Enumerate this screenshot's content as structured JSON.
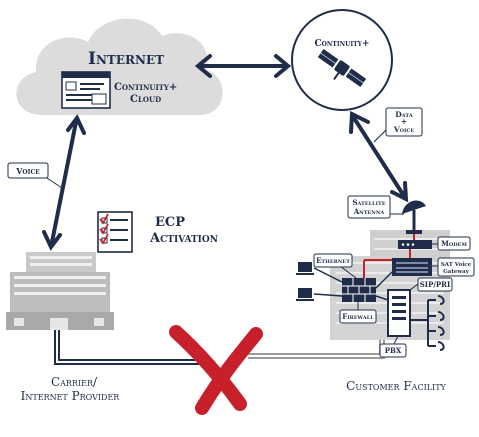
{
  "nodes": {
    "internet": {
      "title": "Internet",
      "cloud_line1": "Continuity+",
      "cloud_line2": "Cloud"
    },
    "satellite": {
      "label": "Continuity+"
    },
    "ecp": {
      "line1": "ECP",
      "line2": "Activation"
    },
    "carrier": {
      "line1": "Carrier/",
      "line2": "Internet Provider"
    },
    "customer": {
      "label": "Customer Facility"
    }
  },
  "callouts": {
    "voice": "Voice",
    "data_voice_line1": "Data",
    "data_voice_line2": "+",
    "data_voice_line3": "Voice",
    "satellite_antenna_line1": "Satellite",
    "satellite_antenna_line2": "Antenna",
    "modem": "Modem",
    "ethernet": "Ethernet",
    "sat_voice_gateway_line1": "SAT Voice",
    "sat_voice_gateway_line2": "Gateway",
    "sip_pri": "SIP/PRI",
    "firewall": "Firewall",
    "pbx": "PBX"
  },
  "colors": {
    "navy": "#1f2d4a",
    "cross_red": "#c8202b",
    "cloud_gray": "#dcdcdc",
    "building_gray": "#b9b9b9"
  }
}
